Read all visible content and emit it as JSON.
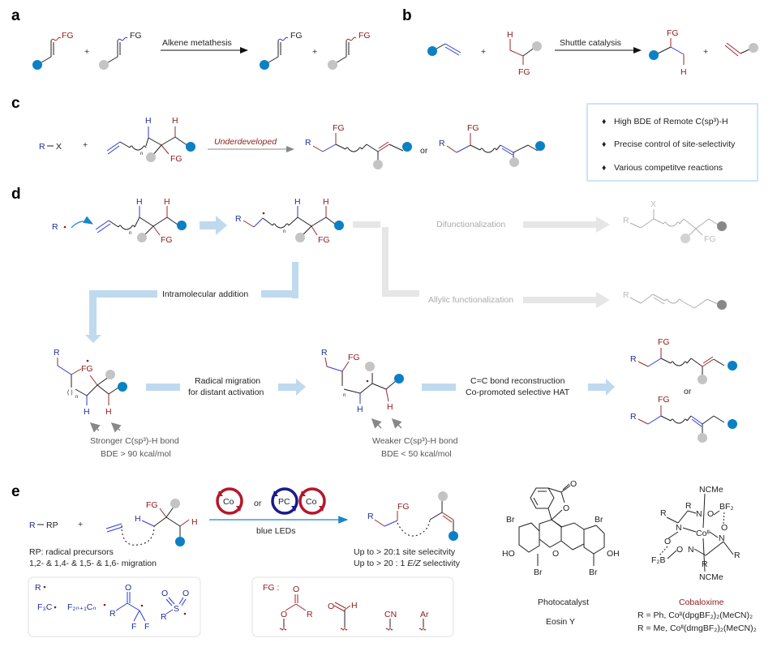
{
  "panels": {
    "a": {
      "label": "a",
      "arrow_text": "Alkene metathesis",
      "fg": "FG",
      "plus": "+"
    },
    "b": {
      "label": "b",
      "arrow_text": "Shuttle catalysis",
      "fg": "FG",
      "h": "H",
      "plus": "+"
    },
    "c": {
      "label": "c",
      "reagent": "R",
      "reagent_x": "X",
      "plus": "+",
      "arrow_text": "Underdeveloped",
      "or": "or",
      "fg": "FG",
      "h": "H",
      "n": "n",
      "r": "R",
      "challenges": [
        "High BDE of Remote C(sp³)-H",
        "Precise control of site-selectivity",
        "Various competitve reactions"
      ]
    },
    "d": {
      "label": "d",
      "r": "R",
      "fg": "FG",
      "h": "H",
      "n": "n",
      "x": "X",
      "or": "or",
      "difunctionalization": "Difunctionalization",
      "allylic": "Allylic functionalization",
      "intramolecular": "Intramolecular addition",
      "radical_migration_1": "Radical migration",
      "radical_migration_2": "for distant activation",
      "reconstruction_1": "C=C bond reconstruction",
      "reconstruction_2": "Co-promoted selective HAT",
      "stronger_1": "Stronger C(sp³)-H bond",
      "stronger_2": "BDE > 90 kcal/mol",
      "weaker_1": "Weaker C(sp³)-H bond",
      "weaker_2": "BDE < 50 kcal/mol"
    },
    "e": {
      "label": "e",
      "reagent": "R",
      "reagent_rp": "RP",
      "plus": "+",
      "fg": "FG",
      "h": "H",
      "r": "R",
      "co": "Co",
      "pc": "PC",
      "or": "or",
      "arrow_text": "blue LEDs",
      "rp_note": "RP: radical precursors",
      "migration_note": "1,2- & 1,4- & 1,5- & 1,6- migration",
      "site_sel": "Up to > 20:1 site selecitvity",
      "ez_sel_prefix": "Up to > 20 : 1 ",
      "ez_sel_italic": "E/Z",
      "ez_sel_suffix": " selectivity",
      "radicals_header": "R",
      "radicals": [
        "F₃C",
        "F₂ₙ₊₁Cₙ"
      ],
      "fg_header": "FG :",
      "fg_groups": [
        "O",
        "R",
        "H",
        "CN",
        "Ar"
      ],
      "photocatalyst_label": "Photocatalyst",
      "photocatalyst_name": "Eosin Y",
      "cobaloxime_label": "Cobaloxime",
      "cobaloxime_line1": "R = Ph, Coᴵᴵ(dpgBF₂)₂(MeCN)₂",
      "cobaloxime_line2": "R = Me, Coᴵᴵ(dmgBF₂)₂(MeCN)₂",
      "eosin_atoms": {
        "br": "Br",
        "ho": "HO",
        "oh": "OH",
        "o": "O"
      },
      "cobalt_atoms": {
        "ncme": "NCMe",
        "co": "Coᴵᴵ",
        "n": "N",
        "o": "O",
        "bf2": "BF₂",
        "f2b": "F₂B",
        "r": "R"
      }
    }
  },
  "colors": {
    "red": "#8b1a1a",
    "blue": "#1f2f9a",
    "dot_blue": "#0b80c4",
    "dot_gray": "#c4c4c4",
    "arrow_blue": "#bfd9ef",
    "arrow_gray": "#e6e6e6"
  }
}
